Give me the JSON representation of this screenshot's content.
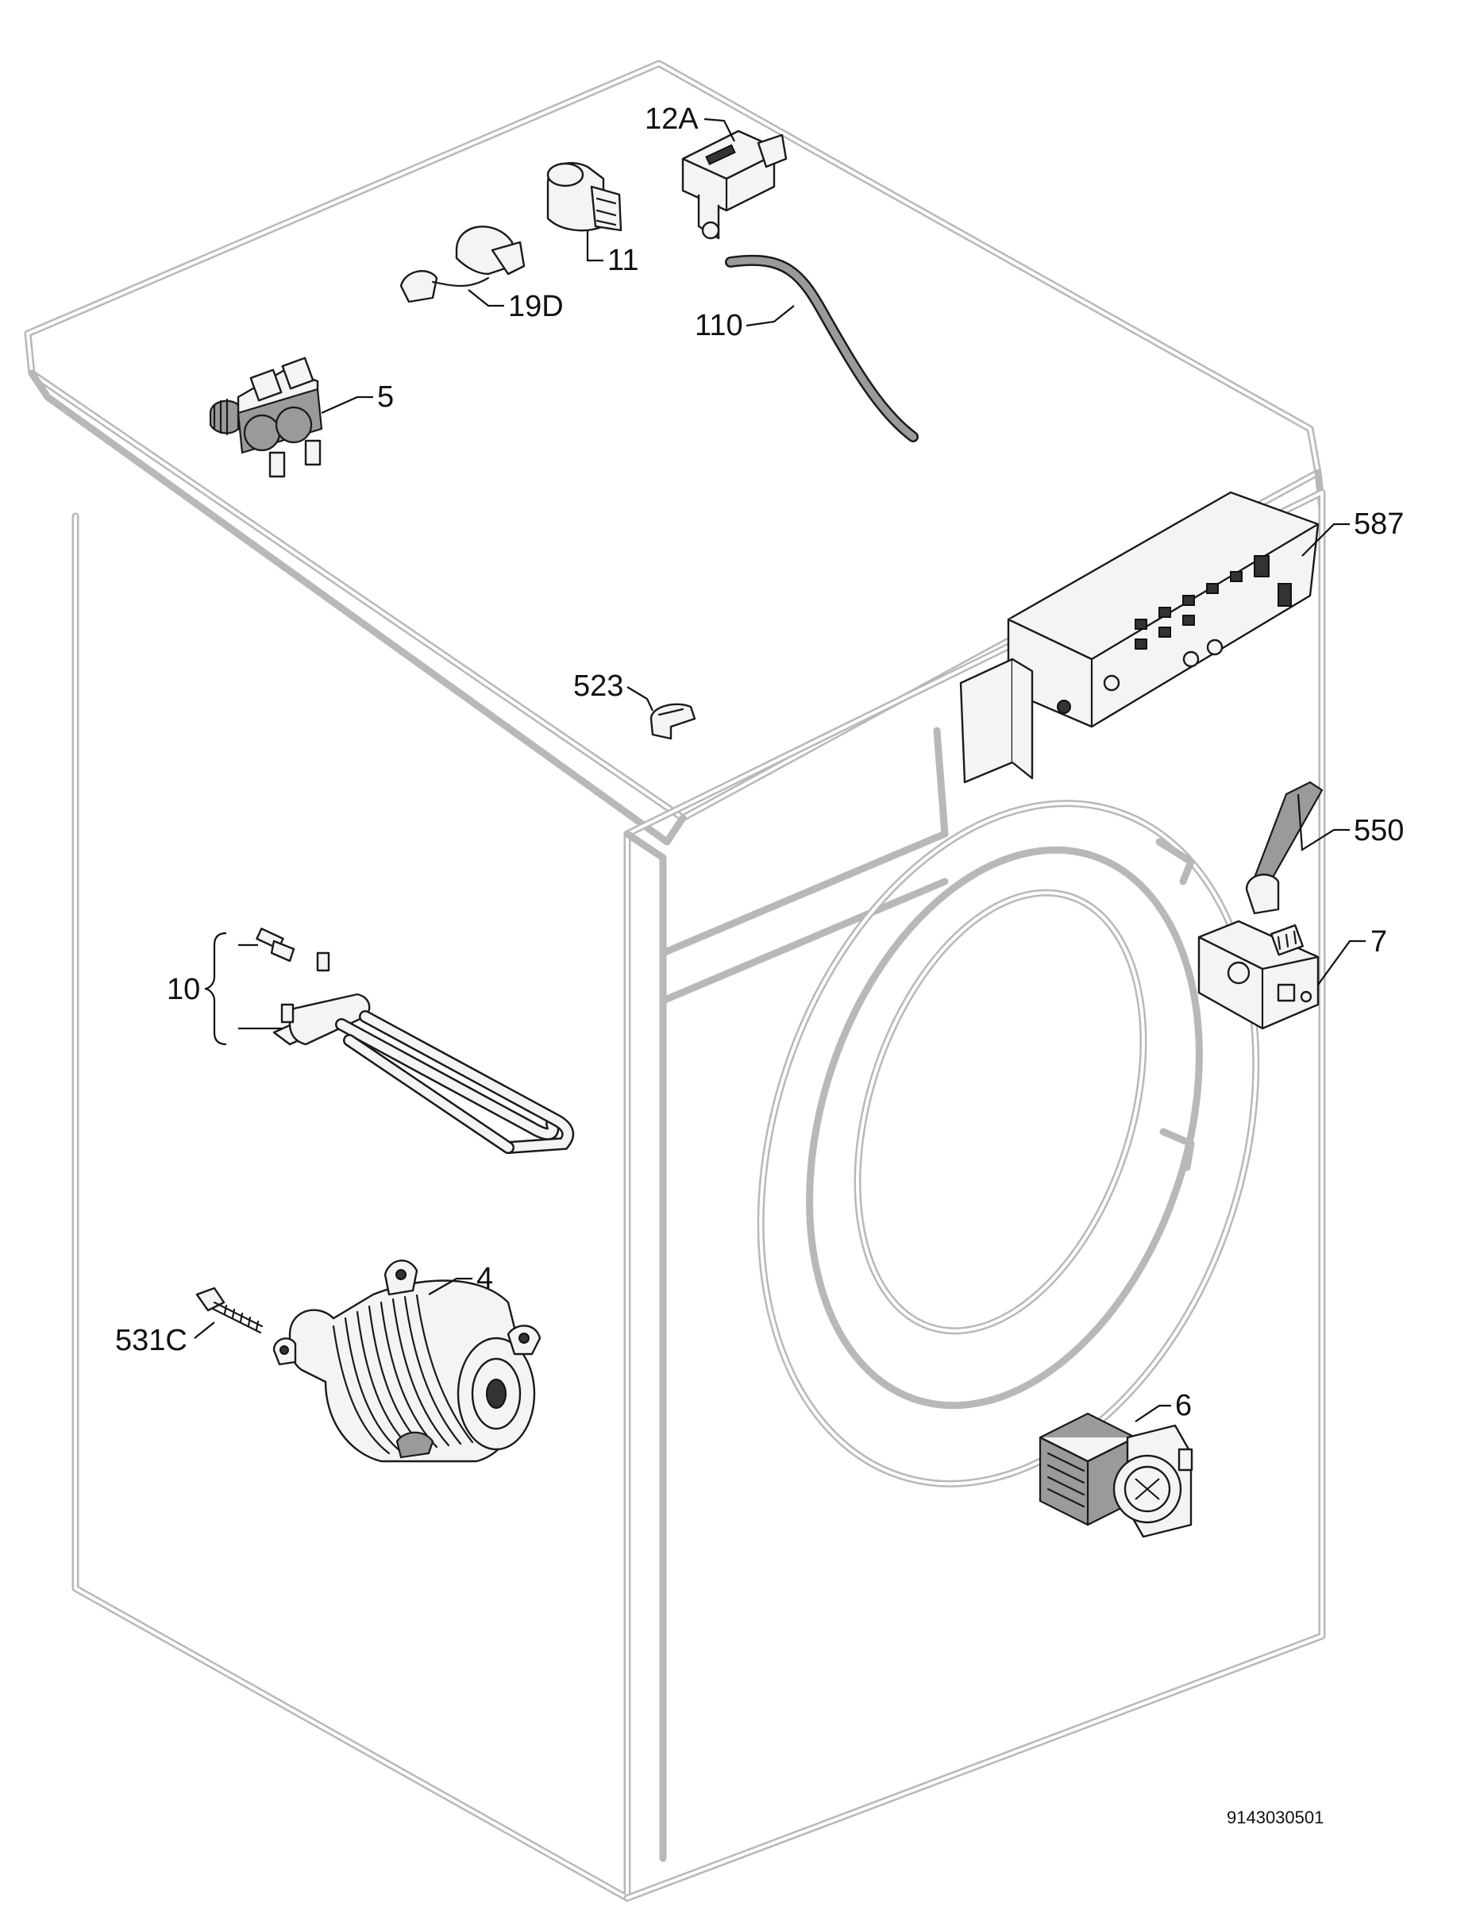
{
  "diagram": {
    "document_number": "9143030501",
    "callouts": [
      {
        "id": "12A",
        "text": "12A"
      },
      {
        "id": "11",
        "text": "11"
      },
      {
        "id": "19D",
        "text": "19D"
      },
      {
        "id": "110",
        "text": "110"
      },
      {
        "id": "5",
        "text": "5"
      },
      {
        "id": "587",
        "text": "587"
      },
      {
        "id": "523",
        "text": "523"
      },
      {
        "id": "550",
        "text": "550"
      },
      {
        "id": "7",
        "text": "7"
      },
      {
        "id": "10",
        "text": "10"
      },
      {
        "id": "4",
        "text": "4"
      },
      {
        "id": "531C",
        "text": "531C"
      },
      {
        "id": "6",
        "text": "6"
      }
    ]
  }
}
